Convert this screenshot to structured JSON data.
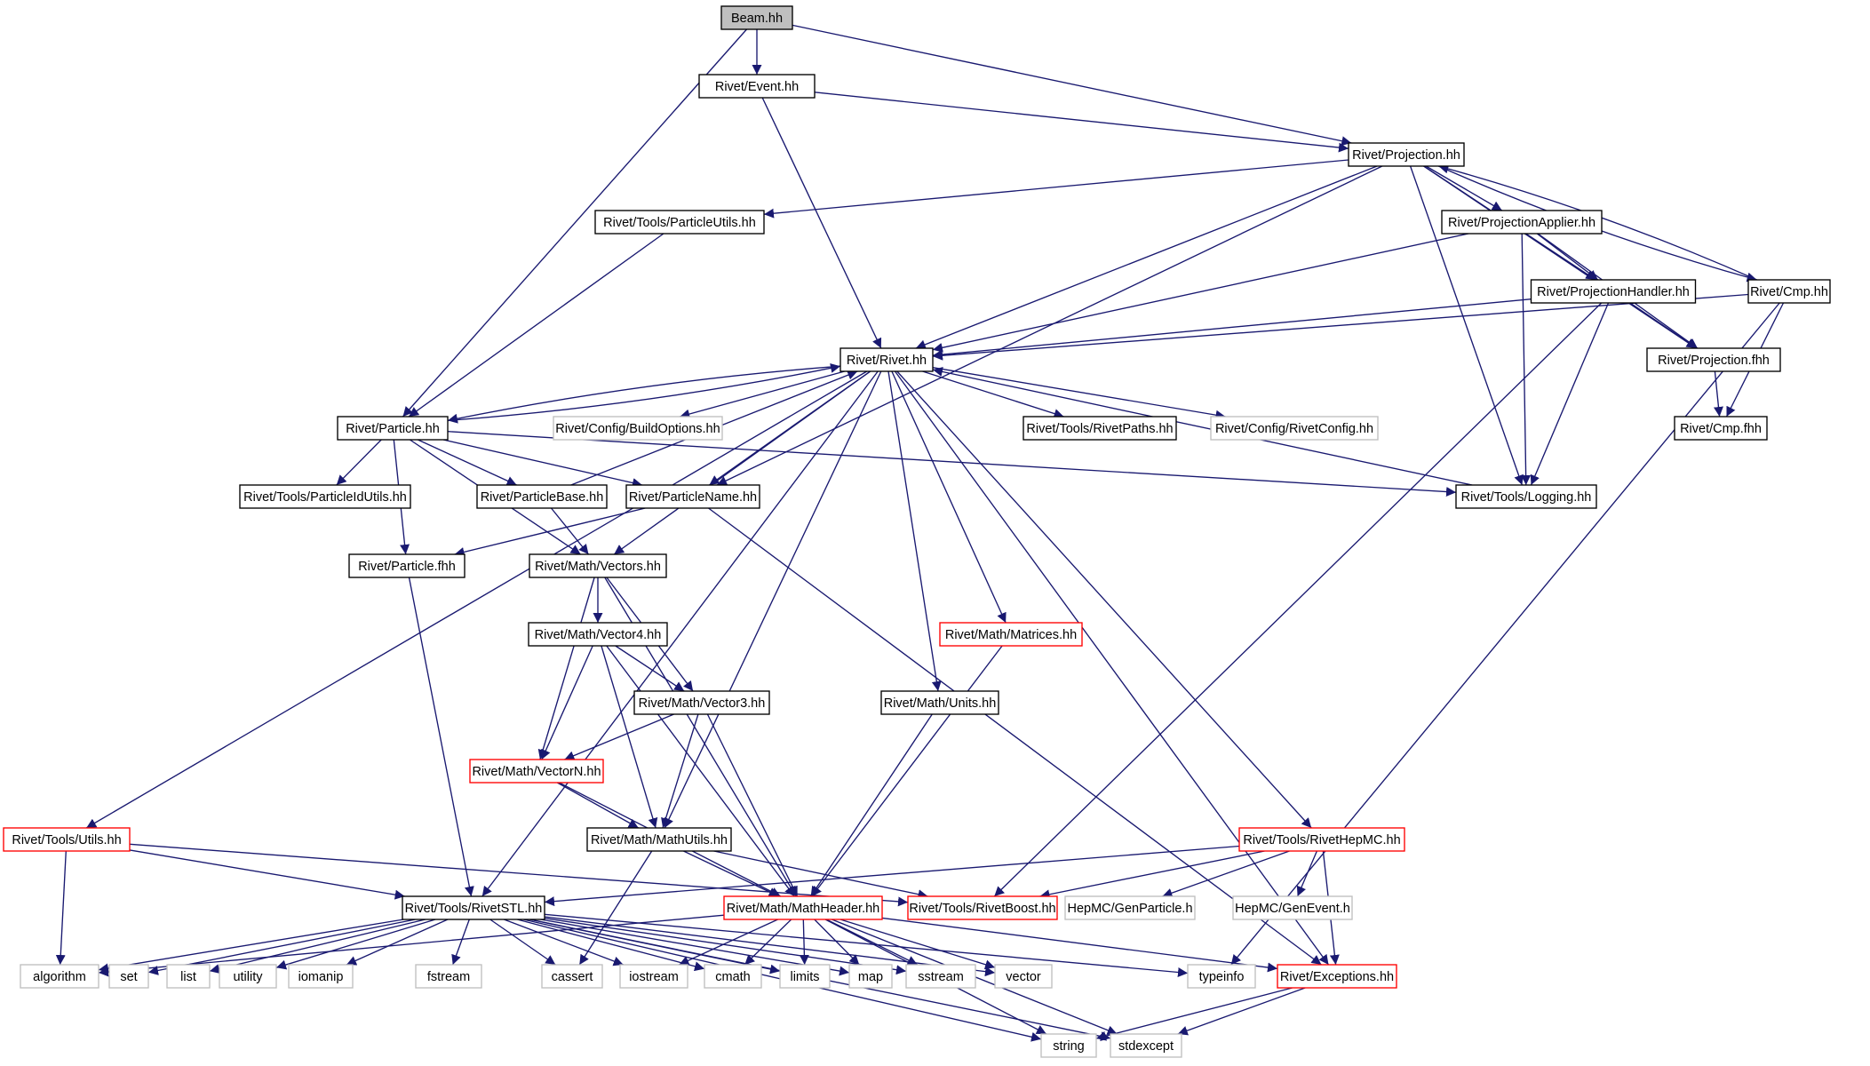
{
  "nodes": [
    {
      "id": "beam",
      "label": "Beam.hh",
      "style": "root"
    },
    {
      "id": "event",
      "label": "Rivet/Event.hh",
      "style": "normal"
    },
    {
      "id": "projection",
      "label": "Rivet/Projection.hh",
      "style": "normal"
    },
    {
      "id": "particleutils",
      "label": "Rivet/Tools/ParticleUtils.hh",
      "style": "normal"
    },
    {
      "id": "projapplier",
      "label": "Rivet/ProjectionApplier.hh",
      "style": "normal"
    },
    {
      "id": "projhandler",
      "label": "Rivet/ProjectionHandler.hh",
      "style": "normal"
    },
    {
      "id": "cmp",
      "label": "Rivet/Cmp.hh",
      "style": "normal"
    },
    {
      "id": "rivet",
      "label": "Rivet/Rivet.hh",
      "style": "normal"
    },
    {
      "id": "projfhh",
      "label": "Rivet/Projection.fhh",
      "style": "normal"
    },
    {
      "id": "particle",
      "label": "Rivet/Particle.hh",
      "style": "normal"
    },
    {
      "id": "buildopts",
      "label": "Rivet/Config/BuildOptions.hh",
      "style": "external"
    },
    {
      "id": "rivetpaths",
      "label": "Rivet/Tools/RivetPaths.hh",
      "style": "normal"
    },
    {
      "id": "rivetconfig",
      "label": "Rivet/Config/RivetConfig.hh",
      "style": "external"
    },
    {
      "id": "cmpfhh",
      "label": "Rivet/Cmp.fhh",
      "style": "normal"
    },
    {
      "id": "particleidutils",
      "label": "Rivet/Tools/ParticleIdUtils.hh",
      "style": "normal"
    },
    {
      "id": "particlebase",
      "label": "Rivet/ParticleBase.hh",
      "style": "normal"
    },
    {
      "id": "particlename",
      "label": "Rivet/ParticleName.hh",
      "style": "normal"
    },
    {
      "id": "logging",
      "label": "Rivet/Tools/Logging.hh",
      "style": "normal"
    },
    {
      "id": "particlefhh",
      "label": "Rivet/Particle.fhh",
      "style": "normal"
    },
    {
      "id": "vectors",
      "label": "Rivet/Math/Vectors.hh",
      "style": "normal"
    },
    {
      "id": "vector4",
      "label": "Rivet/Math/Vector4.hh",
      "style": "normal"
    },
    {
      "id": "matrices",
      "label": "Rivet/Math/Matrices.hh",
      "style": "truncated"
    },
    {
      "id": "vector3",
      "label": "Rivet/Math/Vector3.hh",
      "style": "normal"
    },
    {
      "id": "units",
      "label": "Rivet/Math/Units.hh",
      "style": "normal"
    },
    {
      "id": "vectorn",
      "label": "Rivet/Math/VectorN.hh",
      "style": "truncated"
    },
    {
      "id": "utils",
      "label": "Rivet/Tools/Utils.hh",
      "style": "truncated"
    },
    {
      "id": "mathutils",
      "label": "Rivet/Math/MathUtils.hh",
      "style": "normal"
    },
    {
      "id": "rivethepmc",
      "label": "Rivet/Tools/RivetHepMC.hh",
      "style": "truncated"
    },
    {
      "id": "rivetstl",
      "label": "Rivet/Tools/RivetSTL.hh",
      "style": "normal"
    },
    {
      "id": "mathheader",
      "label": "Rivet/Math/MathHeader.hh",
      "style": "truncated"
    },
    {
      "id": "rivetboost",
      "label": "Rivet/Tools/RivetBoost.hh",
      "style": "truncated"
    },
    {
      "id": "genparticle",
      "label": "HepMC/GenParticle.h",
      "style": "external"
    },
    {
      "id": "genevent",
      "label": "HepMC/GenEvent.h",
      "style": "external"
    },
    {
      "id": "algorithm",
      "label": "algorithm",
      "style": "external"
    },
    {
      "id": "set",
      "label": "set",
      "style": "external"
    },
    {
      "id": "list",
      "label": "list",
      "style": "external"
    },
    {
      "id": "utility",
      "label": "utility",
      "style": "external"
    },
    {
      "id": "iomanip",
      "label": "iomanip",
      "style": "external"
    },
    {
      "id": "fstream",
      "label": "fstream",
      "style": "external"
    },
    {
      "id": "cassert",
      "label": "cassert",
      "style": "external"
    },
    {
      "id": "iostream",
      "label": "iostream",
      "style": "external"
    },
    {
      "id": "cmath",
      "label": "cmath",
      "style": "external"
    },
    {
      "id": "limits",
      "label": "limits",
      "style": "external"
    },
    {
      "id": "map",
      "label": "map",
      "style": "external"
    },
    {
      "id": "sstream",
      "label": "sstream",
      "style": "external"
    },
    {
      "id": "vector",
      "label": "vector",
      "style": "external"
    },
    {
      "id": "typeinfo",
      "label": "typeinfo",
      "style": "external"
    },
    {
      "id": "exceptions",
      "label": "Rivet/Exceptions.hh",
      "style": "truncated"
    },
    {
      "id": "string",
      "label": "string",
      "style": "external"
    },
    {
      "id": "stdexcept",
      "label": "stdexcept",
      "style": "external"
    }
  ],
  "edges": [
    [
      "beam",
      "event"
    ],
    [
      "beam",
      "projection"
    ],
    [
      "beam",
      "particle"
    ],
    [
      "event",
      "projection"
    ],
    [
      "event",
      "rivet"
    ],
    [
      "projection",
      "particleutils"
    ],
    [
      "projection",
      "projapplier"
    ],
    [
      "projection",
      "projhandler"
    ],
    [
      "projection",
      "cmp"
    ],
    [
      "projection",
      "rivet"
    ],
    [
      "projection",
      "projfhh"
    ],
    [
      "projection",
      "particlename"
    ],
    [
      "projection",
      "logging"
    ],
    [
      "particleutils",
      "particle"
    ],
    [
      "projapplier",
      "projhandler"
    ],
    [
      "projapplier",
      "rivet"
    ],
    [
      "projapplier",
      "projfhh"
    ],
    [
      "projapplier",
      "logging"
    ],
    [
      "projhandler",
      "rivet"
    ],
    [
      "projhandler",
      "projfhh"
    ],
    [
      "projhandler",
      "logging"
    ],
    [
      "projhandler",
      "rivetboost"
    ],
    [
      "cmp",
      "projection"
    ],
    [
      "cmp",
      "rivet"
    ],
    [
      "cmp",
      "cmpfhh"
    ],
    [
      "cmp",
      "typeinfo"
    ],
    [
      "projfhh",
      "cmpfhh"
    ],
    [
      "rivet",
      "particle"
    ],
    [
      "rivet",
      "buildopts"
    ],
    [
      "rivet",
      "rivetpaths"
    ],
    [
      "rivet",
      "rivetconfig"
    ],
    [
      "rivet",
      "particlename"
    ],
    [
      "rivet",
      "vectors"
    ],
    [
      "rivet",
      "matrices"
    ],
    [
      "rivet",
      "units"
    ],
    [
      "rivet",
      "mathutils"
    ],
    [
      "rivet",
      "utils"
    ],
    [
      "rivet",
      "rivetstl"
    ],
    [
      "rivet",
      "rivethepmc"
    ],
    [
      "rivet",
      "exceptions"
    ],
    [
      "particle",
      "rivet"
    ],
    [
      "particle",
      "particleidutils"
    ],
    [
      "particle",
      "particlebase"
    ],
    [
      "particle",
      "particlename"
    ],
    [
      "particle",
      "particlefhh"
    ],
    [
      "particle",
      "vectors"
    ],
    [
      "particle",
      "logging"
    ],
    [
      "particlebase",
      "rivet"
    ],
    [
      "particlebase",
      "vectors"
    ],
    [
      "particlename",
      "particlefhh"
    ],
    [
      "particlename",
      "exceptions"
    ],
    [
      "logging",
      "rivet"
    ],
    [
      "particlefhh",
      "rivetstl"
    ],
    [
      "vectors",
      "vector4"
    ],
    [
      "vectors",
      "vector3"
    ],
    [
      "vectors",
      "vectorn"
    ],
    [
      "vectors",
      "mathheader"
    ],
    [
      "vector4",
      "vector3"
    ],
    [
      "vector4",
      "vectorn"
    ],
    [
      "vector4",
      "mathutils"
    ],
    [
      "vector4",
      "mathheader"
    ],
    [
      "vector3",
      "vectorn"
    ],
    [
      "vector3",
      "mathutils"
    ],
    [
      "vector3",
      "mathheader"
    ],
    [
      "matrices",
      "mathheader"
    ],
    [
      "units",
      "mathheader"
    ],
    [
      "vectorn",
      "mathutils"
    ],
    [
      "vectorn",
      "mathheader"
    ],
    [
      "mathutils",
      "mathheader"
    ],
    [
      "mathutils",
      "rivetboost"
    ],
    [
      "mathutils",
      "cassert"
    ],
    [
      "utils",
      "rivetstl"
    ],
    [
      "utils",
      "rivetboost"
    ],
    [
      "utils",
      "algorithm"
    ],
    [
      "rivethepmc",
      "rivetstl"
    ],
    [
      "rivethepmc",
      "rivetboost"
    ],
    [
      "rivethepmc",
      "genparticle"
    ],
    [
      "rivethepmc",
      "genevent"
    ],
    [
      "rivethepmc",
      "exceptions"
    ],
    [
      "rivetstl",
      "algorithm"
    ],
    [
      "rivetstl",
      "set"
    ],
    [
      "rivetstl",
      "list"
    ],
    [
      "rivetstl",
      "utility"
    ],
    [
      "rivetstl",
      "iomanip"
    ],
    [
      "rivetstl",
      "fstream"
    ],
    [
      "rivetstl",
      "cassert"
    ],
    [
      "rivetstl",
      "iostream"
    ],
    [
      "rivetstl",
      "cmath"
    ],
    [
      "rivetstl",
      "limits"
    ],
    [
      "rivetstl",
      "map"
    ],
    [
      "rivetstl",
      "sstream"
    ],
    [
      "rivetstl",
      "vector"
    ],
    [
      "rivetstl",
      "typeinfo"
    ],
    [
      "rivetstl",
      "string"
    ],
    [
      "rivetstl",
      "stdexcept"
    ],
    [
      "mathheader",
      "algorithm"
    ],
    [
      "mathheader",
      "iostream"
    ],
    [
      "mathheader",
      "cmath"
    ],
    [
      "mathheader",
      "limits"
    ],
    [
      "mathheader",
      "map"
    ],
    [
      "mathheader",
      "sstream"
    ],
    [
      "mathheader",
      "vector"
    ],
    [
      "mathheader",
      "string"
    ],
    [
      "mathheader",
      "stdexcept"
    ],
    [
      "mathheader",
      "exceptions"
    ],
    [
      "exceptions",
      "string"
    ],
    [
      "exceptions",
      "stdexcept"
    ]
  ],
  "styles": {
    "root": {
      "fill": "#bfbfbf",
      "stroke": "#000000",
      "text": "#000000"
    },
    "normal": {
      "fill": "#ffffff",
      "stroke": "#000000",
      "text": "#000000"
    },
    "truncated": {
      "fill": "#ffffff",
      "stroke": "#ff0000",
      "text": "#000000"
    },
    "external": {
      "fill": "#ffffff",
      "stroke": "#bfbfbf",
      "text": "#000000"
    }
  },
  "edge_color": "#191970"
}
